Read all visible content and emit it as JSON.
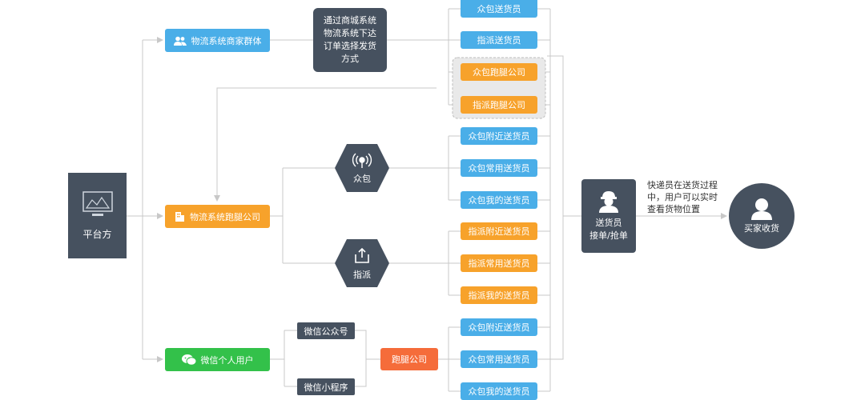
{
  "platform": {
    "label": "平台方"
  },
  "groups": {
    "merchant": {
      "label": "物流系统商家群体",
      "icon": "users-icon",
      "color": "#4aaee8"
    },
    "courier_co": {
      "label": "物流系统跑腿公司",
      "icon": "building-icon",
      "color": "#f7a22b"
    },
    "wechat_user": {
      "label": "微信个人用户",
      "icon": "wechat-icon",
      "color": "#33c14a"
    }
  },
  "order_note": {
    "text": "通过商城系统\n物流系统下达\n订单选择发货\n方式"
  },
  "merchant_options": [
    "众包送货员",
    "指派送货员",
    "众包跑腿公司",
    "指派跑腿公司"
  ],
  "crowd": {
    "label": "众包",
    "icon": "signal-icon",
    "options": [
      "众包附近送货员",
      "众包常用送货员",
      "众包我的送货员"
    ]
  },
  "assign": {
    "label": "指派",
    "icon": "share-icon",
    "options": [
      "指派附近送货员",
      "指派常用送货员",
      "指派我的送货员"
    ]
  },
  "wechat": {
    "channels": [
      "微信公众号",
      "微信小程序"
    ],
    "company": "跑腿公司",
    "options": [
      "众包附近送货员",
      "众包常用送货员",
      "众包我的送货员"
    ]
  },
  "courier": {
    "label": "送货员\n接单/抢单",
    "icon": "courier-icon"
  },
  "tracking_note": {
    "text": "快递员在送货过程\n中，用户可以实时\n查看货物位置"
  },
  "buyer": {
    "label": "买家收货",
    "icon": "person-icon"
  },
  "colors": {
    "line": "#c8c8c8",
    "dark": "#46515f",
    "blue": "#4aaee8",
    "orange": "#f7a22b",
    "green": "#33c14a",
    "red": "#f56c3a"
  }
}
